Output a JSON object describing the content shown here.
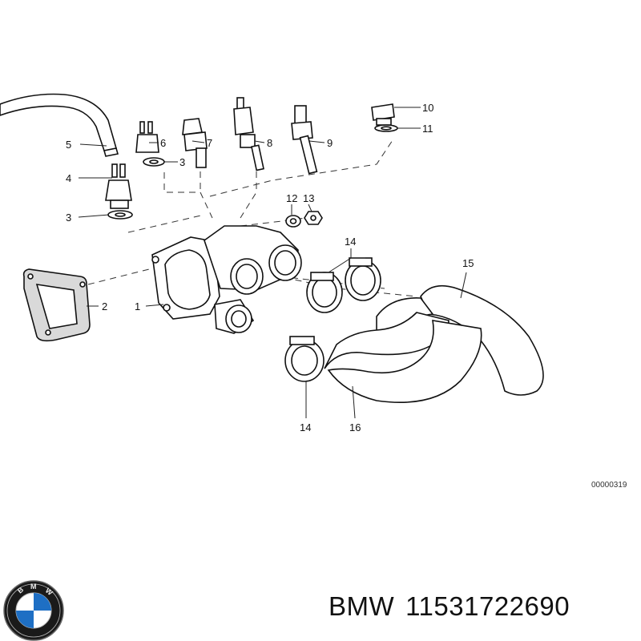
{
  "diagram": {
    "callouts": [
      "1",
      "2",
      "3",
      "3",
      "4",
      "5",
      "6",
      "7",
      "8",
      "9",
      "10",
      "11",
      "12",
      "13",
      "14",
      "14",
      "15",
      "16"
    ],
    "diagram_code": "00000319"
  },
  "footer": {
    "brand": "BMW",
    "part_number": "11531722690",
    "logo_letters": "BMW"
  }
}
